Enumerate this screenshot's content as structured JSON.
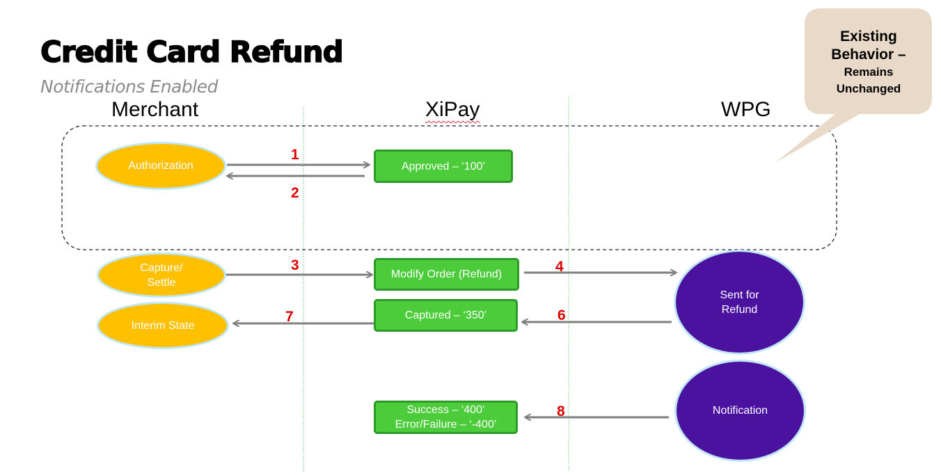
{
  "title": "Credit Card Refund",
  "subtitle": "Notifications Enabled",
  "lanes": {
    "merchant": "Merchant",
    "xipay": "XiPay",
    "wpg": "WPG"
  },
  "callout": {
    "line1": "Existing",
    "line2": "Behavior –",
    "line3": "Remains",
    "line4": "Unchanged"
  },
  "nodes": {
    "authorization": "Authorization",
    "capture_line1": "Capture/",
    "capture_line2": "Settle",
    "interim_state": "Interim State",
    "approved": "Approved – ‘100’",
    "modify_order": "Modify Order (Refund)",
    "captured": "Captured – ‘350’",
    "success_line1": "Success – ‘400’",
    "success_line2": "Error/Failure – ‘-400’",
    "sent_line1": "Sent for",
    "sent_line2": "Refund",
    "notification": "Notification"
  },
  "steps": {
    "s1": "1",
    "s2": "2",
    "s3": "3",
    "s4": "4",
    "s6": "6",
    "s7": "7",
    "s8": "8"
  },
  "colors": {
    "merchant_node": "#ffc000",
    "xipay_node": "#4ccc3a",
    "wpg_node": "#4b12a0",
    "step_number": "#e00000",
    "arrow": "#7f7f7f",
    "callout": "#e8d9c8"
  }
}
